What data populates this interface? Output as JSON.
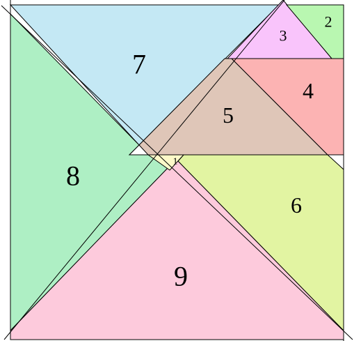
{
  "pieces": [
    {
      "id": "1",
      "label": "1",
      "color": "#fdf9c9"
    },
    {
      "id": "2",
      "label": "2",
      "color": "#b9f7b1"
    },
    {
      "id": "3",
      "label": "3",
      "color": "#f9c4fb"
    },
    {
      "id": "4",
      "label": "4",
      "color": "#fcb3b3"
    },
    {
      "id": "5",
      "label": "5",
      "color": "#dfc6b8"
    },
    {
      "id": "6",
      "label": "6",
      "color": "#e2f4a2"
    },
    {
      "id": "7",
      "label": "7",
      "color": "#c4e8f4"
    },
    {
      "id": "8",
      "label": "8",
      "color": "#aeefc4"
    },
    {
      "id": "9",
      "label": "9",
      "color": "#fdcadc"
    }
  ]
}
